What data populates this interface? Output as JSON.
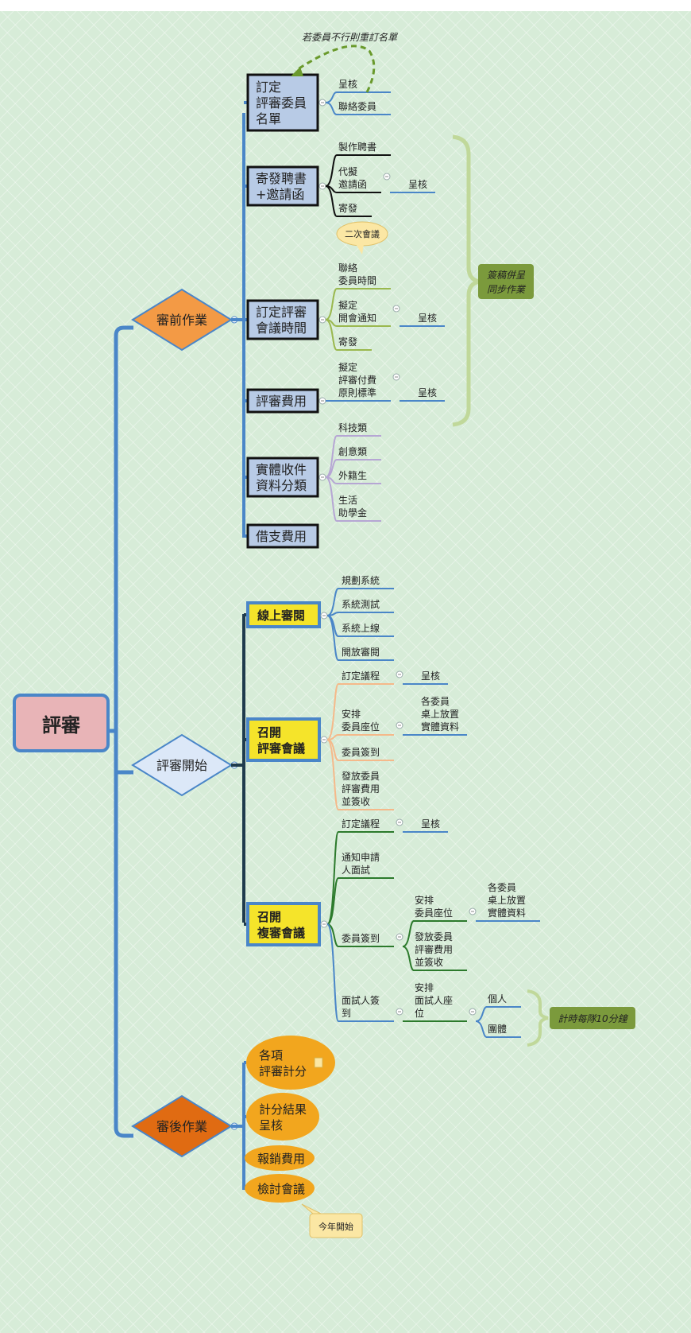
{
  "root": {
    "label": "評審"
  },
  "phases": [
    {
      "label": "審前作業",
      "color": "#f39a45"
    },
    {
      "label": "評審開始",
      "color": "#dce8f8"
    },
    {
      "label": "審後作業",
      "color": "#e06b12"
    }
  ],
  "pre": {
    "n1": {
      "label": [
        "訂定",
        "評審委員",
        "名單"
      ],
      "children": [
        {
          "label": [
            "呈核"
          ]
        },
        {
          "label": [
            "聯絡委員"
          ]
        }
      ],
      "dashed_note": "若委員不行則重訂名單"
    },
    "n2": {
      "label": [
        "寄發聘書",
        "+邀請函"
      ],
      "children": [
        {
          "label": [
            "製作聘書"
          ]
        },
        {
          "label": [
            "代擬",
            "邀請函"
          ],
          "sub": "呈核"
        },
        {
          "label": [
            "寄發"
          ]
        }
      ]
    },
    "callout_second_meeting": "二次會議",
    "n3": {
      "label": [
        "訂定評審",
        "會議時間"
      ],
      "children": [
        {
          "label": [
            "聯絡",
            "委員時間"
          ]
        },
        {
          "label": [
            "擬定",
            "開會通知"
          ],
          "sub": "呈核"
        },
        {
          "label": [
            "寄發"
          ]
        }
      ]
    },
    "n4": {
      "label": [
        "評審費用"
      ],
      "children": [
        {
          "label": [
            "擬定",
            "評審付費",
            "原則標準"
          ],
          "sub": "呈核"
        }
      ]
    },
    "n5": {
      "label": [
        "實體收件",
        "資料分類"
      ],
      "children": [
        {
          "label": [
            "科技類"
          ]
        },
        {
          "label": [
            "創意類"
          ]
        },
        {
          "label": [
            "外籍生"
          ]
        },
        {
          "label": [
            "生活",
            "助學金"
          ]
        }
      ]
    },
    "n6": {
      "label": [
        "借支費用"
      ]
    },
    "brace_note": [
      "簽稿併呈",
      "同步作業"
    ]
  },
  "during": {
    "online": {
      "label": [
        "線上審閱"
      ],
      "children": [
        {
          "label": [
            "規劃系統"
          ]
        },
        {
          "label": [
            "系統測試"
          ]
        },
        {
          "label": [
            "系統上線"
          ]
        },
        {
          "label": [
            "開放審閱"
          ]
        }
      ]
    },
    "meeting": {
      "label": [
        "召開",
        "評審會議"
      ],
      "children": [
        {
          "label": [
            "訂定議程"
          ],
          "sub": "呈核"
        },
        {
          "label": [
            "安排",
            "委員座位"
          ],
          "sub": [
            "各委員",
            "桌上放置",
            "實體資料"
          ]
        },
        {
          "label": [
            "委員簽到"
          ]
        },
        {
          "label": [
            "發放委員",
            "評審費用",
            "並簽收"
          ]
        }
      ]
    },
    "review": {
      "label": [
        "召開",
        "複審會議"
      ],
      "children": [
        {
          "label": [
            "訂定議程"
          ],
          "sub": "呈核"
        },
        {
          "label": [
            "通知申請",
            "人面試"
          ]
        },
        {
          "label": [
            "委員簽到"
          ],
          "subs": [
            {
              "label": [
                "安排",
                "委員座位"
              ],
              "sub": [
                "各委員",
                "桌上放置",
                "實體資料"
              ]
            },
            {
              "label": [
                "發放委員",
                "評審費用",
                "並簽收"
              ]
            }
          ]
        },
        {
          "label": [
            "面試人簽",
            "到"
          ],
          "subs": [
            {
              "label": [
                "安排",
                "面試人座",
                "位"
              ],
              "subsubs": [
                [
                  "個人"
                ],
                [
                  "團體"
                ]
              ]
            }
          ]
        }
      ]
    },
    "timing_note": "計時每隊10分鐘"
  },
  "post": {
    "items": [
      {
        "label": [
          "各項",
          "評審計分"
        ]
      },
      {
        "label": [
          "計分結果",
          "呈核"
        ]
      },
      {
        "label": [
          "報銷費用"
        ]
      },
      {
        "label": [
          "檢討會議"
        ]
      }
    ],
    "callout": "今年開始"
  }
}
